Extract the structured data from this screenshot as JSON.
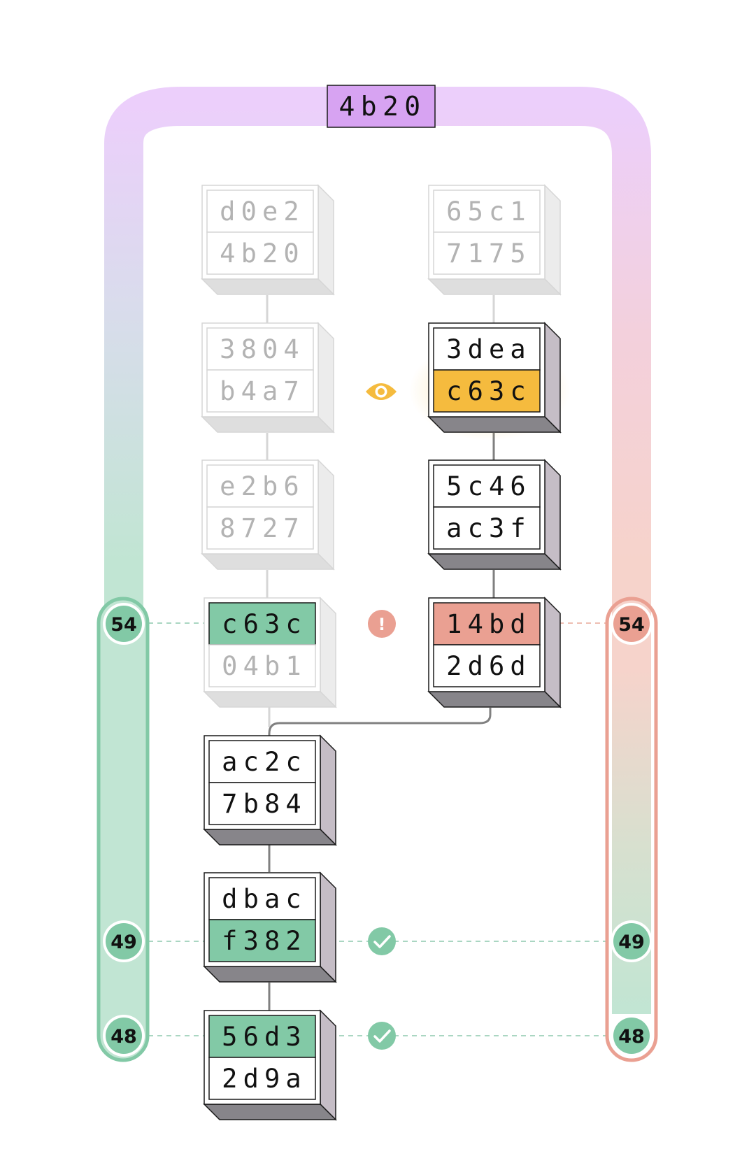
{
  "top_label": "4b20",
  "colors": {
    "green": "#82c9a6",
    "green_light": "#c1e5d3",
    "red": "#eaa092",
    "red_light": "#f6d3cb",
    "purple": "#d7a3f2",
    "purple_light": "#eccffb",
    "orange": "#f5bb3e",
    "faded_text": "#b3b3b3",
    "faded_line": "#d6d6d6",
    "side_dark": "#c5bdc6",
    "bottom_dark": "#87858a"
  },
  "blocks": {
    "d0e2": {
      "top": "d0e2",
      "bottom": "4b20",
      "state": "faded"
    },
    "3804": {
      "top": "3804",
      "bottom": "b4a7",
      "state": "faded"
    },
    "e2b6": {
      "top": "e2b6",
      "bottom": "8727",
      "state": "faded"
    },
    "c63c_l": {
      "top": "c63c",
      "bottom": "04b1",
      "state": "faded",
      "highlight": "green-top"
    },
    "ac2c": {
      "top": "ac2c",
      "bottom": "7b84",
      "state": "active"
    },
    "dbac": {
      "top": "dbac",
      "bottom": "f382",
      "state": "active",
      "highlight": "green-bottom"
    },
    "56d3": {
      "top": "56d3",
      "bottom": "2d9a",
      "state": "active",
      "highlight": "green-top"
    },
    "65c1": {
      "top": "65c1",
      "bottom": "7175",
      "state": "faded"
    },
    "3dea": {
      "top": "3dea",
      "bottom": "c63c",
      "state": "active",
      "highlight": "orange-bottom"
    },
    "5c46": {
      "top": "5c46",
      "bottom": "ac3f",
      "state": "active"
    },
    "14bd": {
      "top": "14bd",
      "bottom": "2d6d",
      "state": "active",
      "highlight": "red-top"
    }
  },
  "left_markers": [
    "54",
    "49",
    "48"
  ],
  "right_markers": [
    "54",
    "49",
    "48"
  ],
  "status_icons": {
    "eye": "eye-icon",
    "warning": "exclamation-icon",
    "check_49": "check-icon",
    "check_48": "check-icon"
  },
  "warning_glyph": "!"
}
